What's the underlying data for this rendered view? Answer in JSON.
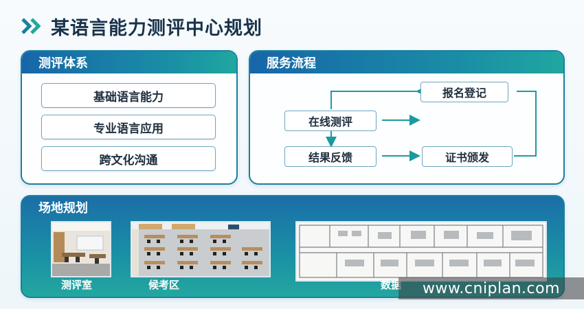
{
  "title": "某语言能力测评中心规划",
  "evaluation_system": {
    "heading": "测评体系",
    "items": [
      "基础语言能力",
      "专业语言应用",
      "跨文化沟通"
    ]
  },
  "service_flow": {
    "heading": "服务流程",
    "steps": {
      "register": "报名登记",
      "online_test": "在线测评",
      "feedback": "结果反馈",
      "certificate": "证书颁发"
    }
  },
  "venue_planning": {
    "heading": "场地规划",
    "images": [
      {
        "label": "测评室"
      },
      {
        "label": "候考区"
      },
      {
        "label": "数据"
      }
    ]
  },
  "watermark": "www.cniplan.com",
  "colors": {
    "accent": "#1b7fa0",
    "header_start": "#1766a8",
    "header_end": "#20a7a0",
    "title": "#18324a"
  }
}
